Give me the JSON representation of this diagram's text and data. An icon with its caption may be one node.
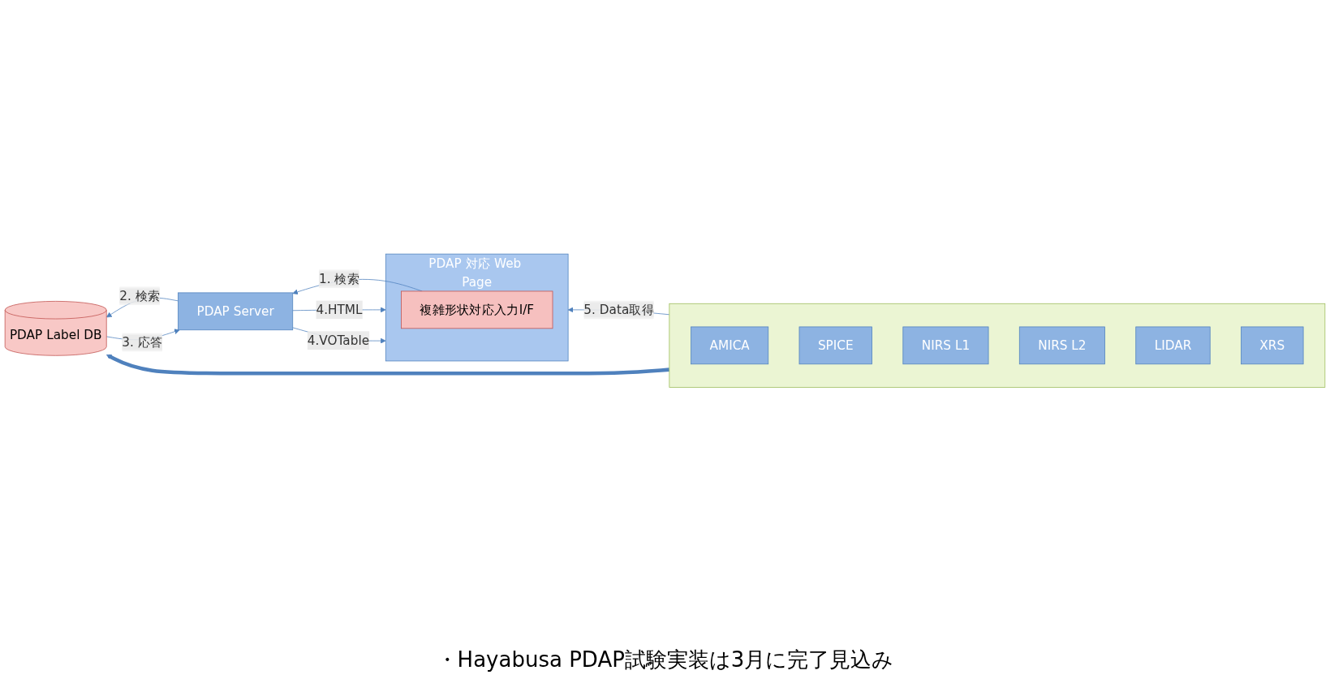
{
  "diagram": {
    "nodes": [
      {
        "text": [
          "PDAP Label DB"
        ]
      },
      {
        "text": [
          "PDAP Server"
        ]
      },
      {
        "text": [
          "PDAP 対応 Web Page"
        ]
      },
      {
        "text": [
          "複雑形状対応入力I/F"
        ],
        "in": 2
      },
      {
        "text": [],
        "shape": "box"
      },
      {
        "text": [
          "AMICA"
        ],
        "in": 4
      },
      {
        "text": [
          "SPICE"
        ],
        "in": 4
      },
      {
        "text": [
          "NIRS L1"
        ],
        "in": 4
      },
      {
        "text": [
          "NIRS L2"
        ],
        "in": 4
      },
      {
        "text": [
          "LIDAR"
        ],
        "in": 4
      },
      {
        "text": [
          "XRS"
        ],
        "in": 4
      }
    ],
    "edges": [
      {
        "from": 1,
        "to": 0,
        "arrow": "to",
        "label": "2. 検索"
      },
      {
        "from": 0,
        "to": 1,
        "arrow": "to",
        "label": "3. 応答"
      },
      {
        "from": 3,
        "to": 1,
        "arrow": "to",
        "label": "1. 検索"
      },
      {
        "from": 1,
        "to": 2,
        "arrow": "to",
        "label": "4.HTML"
      },
      {
        "from": 1,
        "to": 2,
        "arrow": "to",
        "label": "4.VOTable"
      },
      {
        "from": 4,
        "to": 2,
        "arrow": "to",
        "label": "5. Data取得"
      },
      {
        "from": 4,
        "to": 0,
        "arrow": "to",
        "style": "thick"
      }
    ],
    "labels": [
      "・Hayabusa PDAP試験実装は3月に完了見込み"
    ]
  }
}
